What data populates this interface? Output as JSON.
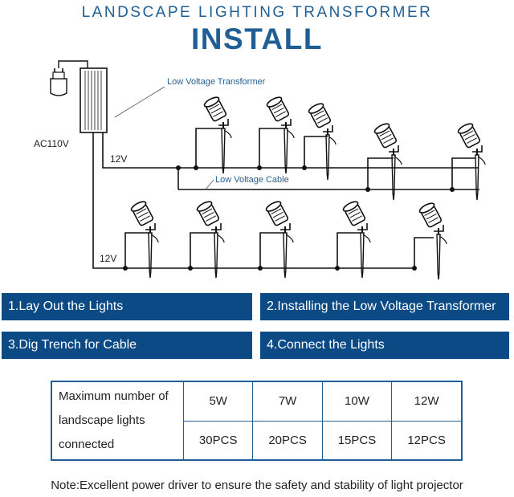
{
  "subtitle": "LANDSCAPE LIGHTING TRANSFORMER",
  "title": "INSTALL",
  "diagram": {
    "transformer_label": "Low Voltage Transformer",
    "ac_label": "AC110V",
    "voltage_top": "12V",
    "voltage_bottom": "12V",
    "cable_label": "Low Voltage Cable"
  },
  "steps": [
    {
      "label": "1.Lay Out the Lights"
    },
    {
      "label": "2.Installing the Low Voltage Transformer"
    },
    {
      "label": "3.Dig Trench for Cable"
    },
    {
      "label": "4.Connect the Lights"
    }
  ],
  "table": {
    "header": "Maximum number of landscape lights connected",
    "columns": [
      {
        "watt": "5W",
        "count": "30PCS"
      },
      {
        "watt": "7W",
        "count": "20PCS"
      },
      {
        "watt": "10W",
        "count": "15PCS"
      },
      {
        "watt": "12W",
        "count": "12PCS"
      }
    ]
  },
  "note": "Note:Excellent power driver to ensure the safety and stability of light projector",
  "colors": {
    "accent": "#1f5f95",
    "banner": "#0c4a86"
  }
}
